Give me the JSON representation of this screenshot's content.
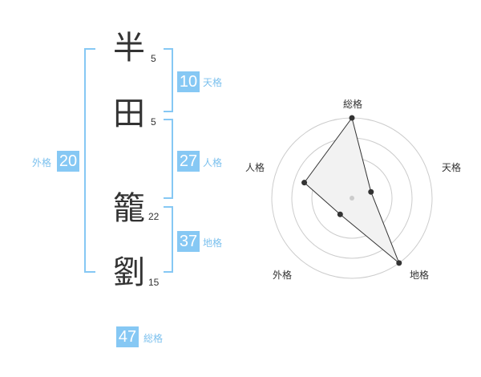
{
  "name": {
    "chars": [
      {
        "char": "半",
        "strokes": "5"
      },
      {
        "char": "田",
        "strokes": "5"
      },
      {
        "char": "籠",
        "strokes": "22"
      },
      {
        "char": "劉",
        "strokes": "15"
      }
    ]
  },
  "fortunes": {
    "tenkaku": {
      "value": "10",
      "label": "天格"
    },
    "jinkaku": {
      "value": "27",
      "label": "人格"
    },
    "chikaku": {
      "value": "37",
      "label": "地格"
    },
    "gaikaku": {
      "value": "20",
      "label": "外格"
    },
    "soukaku": {
      "value": "47",
      "label": "総格"
    }
  },
  "colors": {
    "accent": "#86c8f4",
    "accent_text": "#7cc1ee",
    "text": "#333333",
    "grid": "#cccccc",
    "polygon_fill": "#f2f2f2"
  },
  "chart_data": {
    "type": "radar",
    "axes": [
      "総格",
      "天格",
      "地格",
      "外格",
      "人格"
    ],
    "max": 4,
    "rings": 4,
    "values": [
      4,
      1,
      4,
      1,
      2.5
    ]
  }
}
